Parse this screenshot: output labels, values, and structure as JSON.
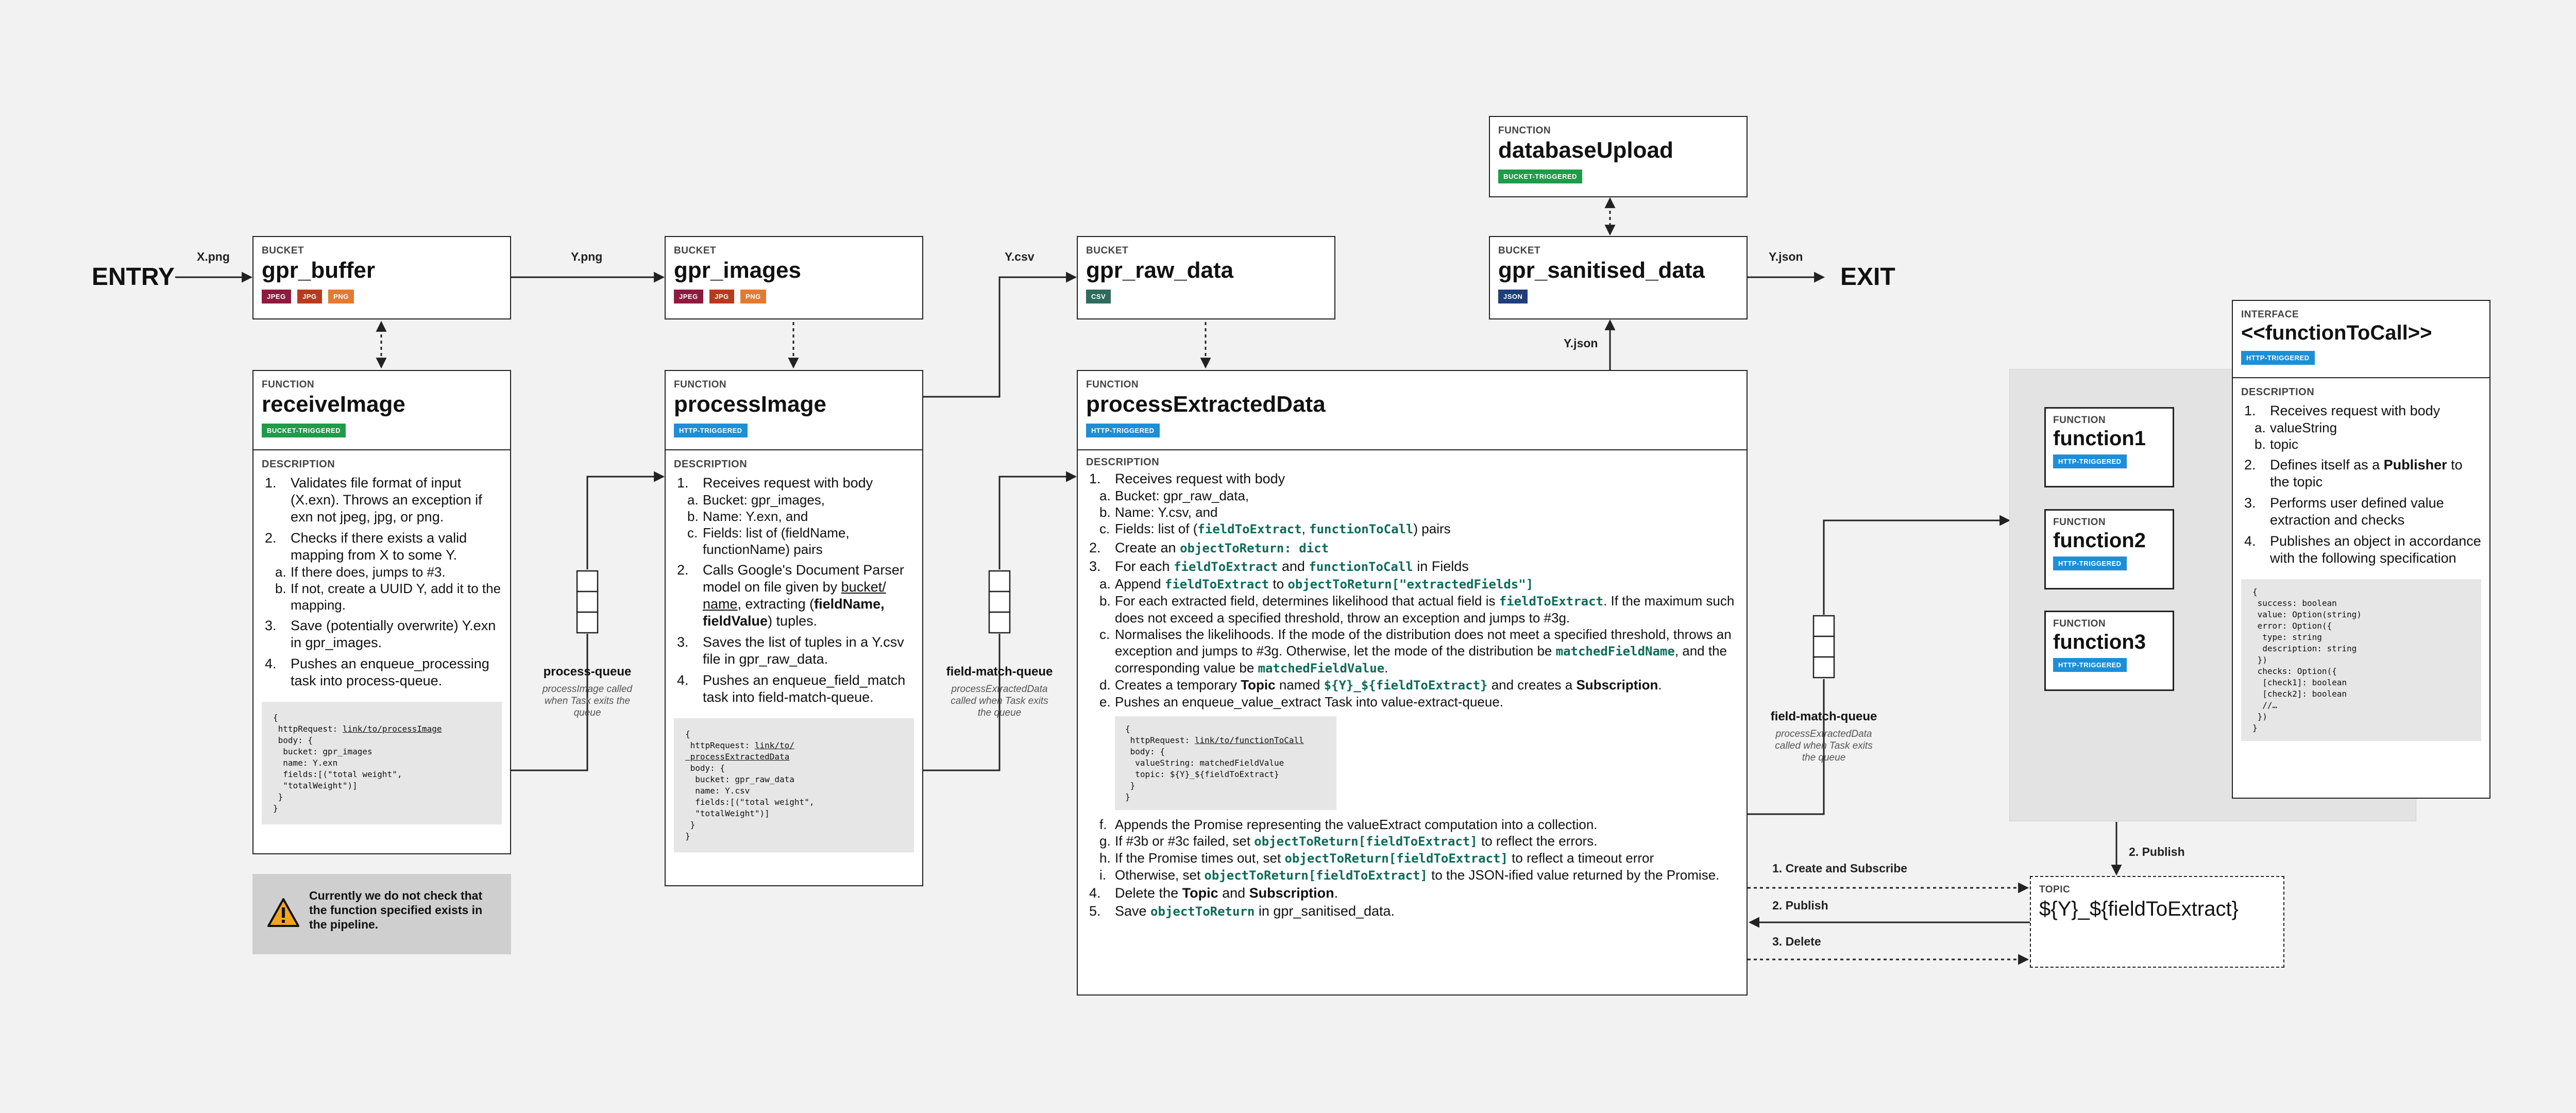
{
  "colors": {
    "jpeg": "#8c1c3f",
    "jpg": "#b83a1e",
    "png": "#e37a32",
    "csv": "#2f6b5d",
    "json": "#1e3f78",
    "http": "#1d8fd6",
    "bucket_triggered": "#1f9b4a",
    "code_green": "#0d6b5a"
  },
  "entry_label": "ENTRY",
  "exit_label": "EXIT",
  "edges": {
    "x_png": "X.png",
    "y_png": "Y.png",
    "y_csv": "Y.csv",
    "y_json_out": "Y.json",
    "y_json_up": "Y.json"
  },
  "buckets": {
    "gpr_buffer": {
      "kind": "BUCKET",
      "title": "gpr_buffer",
      "tags": [
        "JPEG",
        "JPG",
        "PNG"
      ]
    },
    "gpr_images": {
      "kind": "BUCKET",
      "title": "gpr_images",
      "tags": [
        "JPEG",
        "JPG",
        "PNG"
      ]
    },
    "gpr_raw_data": {
      "kind": "BUCKET",
      "title": "gpr_raw_data",
      "tags": [
        "CSV"
      ]
    },
    "gpr_sanitised_data": {
      "kind": "BUCKET",
      "title": "gpr_sanitised_data",
      "tags": [
        "JSON"
      ]
    }
  },
  "database_upload": {
    "kind": "FUNCTION",
    "title": "databaseUpload",
    "tag": "BUCKET-TRIGGERED"
  },
  "receive_image": {
    "kind": "FUNCTION",
    "title": "receiveImage",
    "tag": "BUCKET-TRIGGERED",
    "desc_label": "DESCRIPTION",
    "s1": "Validates file format of input (X.exn). Throws an exception if exn not jpeg, jpg, or png.",
    "s2": "Checks if there exists a valid mapping from X to some Y.",
    "s2a": "If there does, jumps to #3.",
    "s2b": "If not, create a UUID Y, add it to the mapping.",
    "s3": "Save (potentially overwrite) Y.exn in gpr_images.",
    "s4": "Pushes an enqueue_processing task into process-queue.",
    "code": "{\n httpRequest: LINK\n body: {\n  bucket: gpr_images\n  name: Y.exn\n  fields:[(\"total weight\",\n  \"totalWeight\")]\n }\n}",
    "code_link": "link/to/processImage"
  },
  "warning": "Currently we do not check that the function specified exists in the pipeline.",
  "process_image": {
    "kind": "FUNCTION",
    "title": "processImage",
    "tag": "HTTP-TRIGGERED",
    "desc_label": "DESCRIPTION",
    "s1": "Receives request with body",
    "s1a": "Bucket: gpr_images,",
    "s1b": "Name: Y.exn, and",
    "s1c": "Fields: list of (fieldName, functionName) pairs",
    "s2_pre": "Calls Google's Document Parser model on file given by ",
    "s2_u": "bucket/ name",
    "s2_mid": ", extracting (",
    "s2_b": "fieldName, fieldValue",
    "s2_end": ") tuples.",
    "s3": "Saves the list of tuples in a Y.csv file in gpr_raw_data.",
    "s4": "Pushes an enqueue_field_match task into field-match-queue.",
    "code_pre": "{\n httpRequest: ",
    "code_link": "link/to/\n processExtractedData",
    "code_post": "\n body: {\n  bucket: gpr_raw_data\n  name: Y.csv\n  fields:[(\"total weight\",\n  \"totalWeight\")]\n }\n}"
  },
  "queues": {
    "process": {
      "title": "process-queue",
      "note": "processImage called when Task exits the queue"
    },
    "field_match_1": {
      "title": "field-match-queue",
      "note": "processExtractedData called when Task exits the queue"
    },
    "field_match_2": {
      "title": "field-match-queue",
      "note": "processExtractedData called when Task exits the queue"
    }
  },
  "process_extracted": {
    "kind": "FUNCTION",
    "title": "processExtractedData",
    "tag": "HTTP-TRIGGERED",
    "desc_label": "DESCRIPTION",
    "s1": "Receives request with body",
    "s1a": "Bucket: gpr_raw_data,",
    "s1b": "Name: Y.csv, and",
    "s1c_pre": "Fields: list of (",
    "s1c_m1": "fieldToExtract",
    "s1c_m2": "functionToCall",
    "s1c_post": ") pairs",
    "s2_pre": "Create an ",
    "s2_m": "objectToReturn: dict",
    "s3_pre": "For each ",
    "s3_m1": "fieldToExtract",
    "s3_and": " and ",
    "s3_m2": "functionToCall",
    "s3_post": " in Fields",
    "a_pre": "Append ",
    "a_m1": "fieldToExtract",
    "a_to": " to ",
    "a_m2": "objectToReturn[\"extractedFields\"]",
    "b_pre": "For each extracted field, determines likelihood that actual field is ",
    "b_m": "fieldToExtract",
    "b_post": ". If the maximum such does not exceed a specified threshold, throw an exception and jumps to #3g.",
    "c_pre": "Normalises the likelihoods. If the mode of the distribution does not meet a specified threshold, throws an exception and jumps to #3g. Otherwise, let the mode of the distribution be ",
    "c_m1": "matchedFieldName",
    "c_mid": ", and the corresponding value be ",
    "c_m2": "matchedFieldValue",
    "c_post": ".",
    "d_pre": "Creates a temporary ",
    "d_b1": "Topic",
    "d_mid": " named ",
    "d_m": "${Y}_${fieldToExtract}",
    "d_mid2": " and creates a ",
    "d_b2": "Subscription",
    "d_post": ".",
    "e": "Pushes an enqueue_value_extract Task into value-extract-queue.",
    "code_pre": "{\n httpRequest: ",
    "code_link": "link/to/functionToCall",
    "code_post": "\n body: {\n  valueString: matchedFieldValue\n  topic: ${Y}_${fieldToExtract}\n }\n}",
    "f": "Appends the Promise representing the valueExtract computation into a collection.",
    "g_pre": "If #3b or #3c failed, set ",
    "g_m": "objectToReturn[fieldToExtract]",
    "g_post": " to reflect the errors.",
    "h_pre": "If the Promise times out, set ",
    "h_m": "objectToReturn[fieldToExtract]",
    "h_post": " to reflect a timeout error",
    "i_pre": "Otherwise, set ",
    "i_m": "objectToReturn[fieldToExtract]",
    "i_post": " to the JSON-ified value returned by the Promise.",
    "s4_pre": "Delete the ",
    "s4_b1": "Topic",
    "s4_and": " and ",
    "s4_b2": "Subscription",
    "s4_post": ".",
    "s5_pre": "Save ",
    "s5_m": "objectToReturn",
    "s5_post": " in gpr_sanitised_data."
  },
  "functions_group": [
    {
      "kind": "FUNCTION",
      "title": "function1",
      "tag": "HTTP-TRIGGERED"
    },
    {
      "kind": "FUNCTION",
      "title": "function2",
      "tag": "HTTP-TRIGGERED"
    },
    {
      "kind": "FUNCTION",
      "title": "function3",
      "tag": "HTTP-TRIGGERED"
    }
  ],
  "interface": {
    "kind": "INTERFACE",
    "title": "<<functionToCall>>",
    "tag": "HTTP-TRIGGERED",
    "desc_label": "DESCRIPTION",
    "s1": "Receives request with body",
    "s1a": "valueString",
    "s1b": "topic",
    "s2_pre": "Defines itself as a ",
    "s2_b": "Publisher",
    "s2_post": " to the topic",
    "s3": "Performs user defined value extraction and checks",
    "s4": "Publishes an object in accordance with the following specification",
    "code": "{\n success: boolean\n value: Option(string)\n error: Option({\n  type: string\n  description: string\n })\n checks: Option({\n  [check1]: boolean\n  [check2]: boolean\n  //…\n })\n}"
  },
  "topic": {
    "kind": "TOPIC",
    "title": "${Y}_${fieldToExtract}"
  },
  "topic_edges": {
    "create": "1. Create and Subscribe",
    "publish_in": "2. Publish",
    "delete": "3. Delete",
    "publish_down": "2. Publish"
  }
}
